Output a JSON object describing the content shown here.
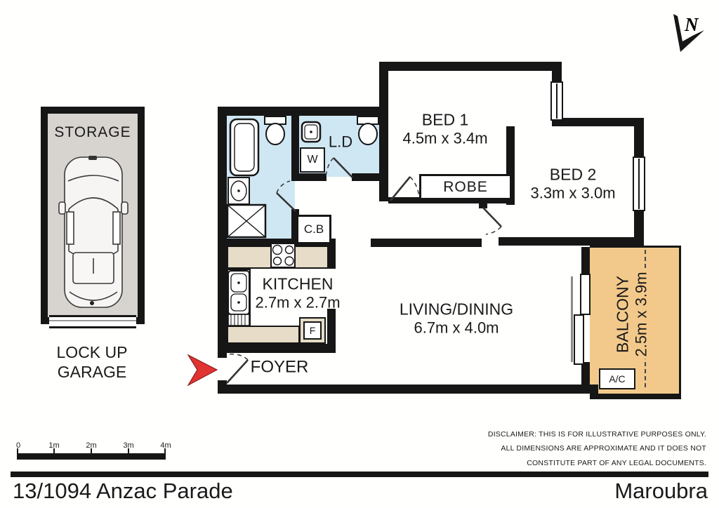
{
  "title": "13/1094 Anzac Parade",
  "suburb": "Maroubra",
  "compass": {
    "label": "N"
  },
  "garage": {
    "storage_label": "STORAGE",
    "caption_line1": "LOCK UP",
    "caption_line2": "GARAGE"
  },
  "rooms": {
    "bed1": {
      "name": "BED 1",
      "dims": "4.5m x 3.4m"
    },
    "bed2": {
      "name": "BED 2",
      "dims": "3.3m x 3.0m"
    },
    "living": {
      "name": "LIVING/DINING",
      "dims": "6.7m x 4.0m"
    },
    "kitchen": {
      "name": "KITCHEN",
      "dims": "2.7m x 2.7m"
    },
    "balcony": {
      "name": "BALCONY",
      "dims": "2.5m x 3.9m"
    },
    "laundry": {
      "name": "L.D"
    },
    "foyer": {
      "name": "FOYER"
    },
    "robe": {
      "name": "ROBE"
    }
  },
  "fixtures": {
    "washer": "W",
    "fridge": "F",
    "cupboard": "C.B",
    "aircon": "A/C"
  },
  "scale_bar": {
    "labels": [
      "0",
      "1m",
      "2m",
      "3m",
      "4m"
    ]
  },
  "disclaimer": [
    "DISCLAIMER: THIS IS FOR ILLUSTRATIVE PURPOSES ONLY.",
    "ALL DIMENSIONS ARE APPROXIMATE AND IT DOES NOT",
    "CONSTITUTE PART OF ANY LEGAL DOCUMENTS."
  ],
  "colors": {
    "wall": "#161616",
    "wet": "#cfe7f3",
    "counter": "#e6dcc7",
    "balcony": "#f3c98b",
    "garage_floor": "#d7d3cf",
    "entry_arrow": "#e23333"
  }
}
